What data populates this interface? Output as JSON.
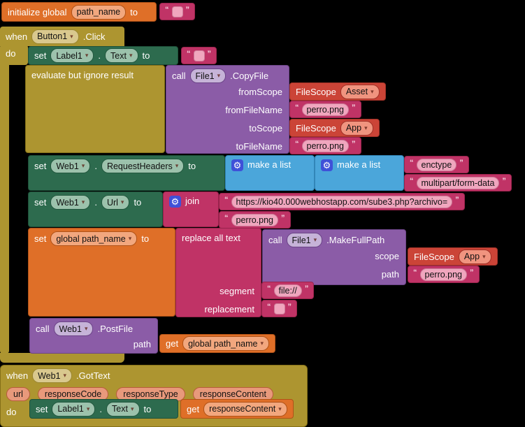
{
  "ui": {
    "dropdown_arrow": "▾",
    "gear_icon": "⚙",
    "quote_open": "“",
    "quote_close": "”"
  },
  "colors": {
    "canvas_bg": "#000000",
    "event_gold": "#AD9530",
    "property_green": "#2D6B4E",
    "method_purple": "#8B5CA7",
    "text_magenta": "#C03366",
    "variable_orange": "#DF6F28",
    "helper_red": "#CB4437",
    "list_blue": "#4BA6DA",
    "gear_blue": "#3F51D8",
    "text_field_pink": "#F0A6BE"
  },
  "init_global": {
    "label": "initialize global",
    "name": "path_name",
    "to": "to"
  },
  "when_click": {
    "when": "when",
    "component": "Button1",
    "event": ".Click",
    "do_label": "do"
  },
  "set_label_text": {
    "set": "set",
    "component": "Label1",
    "dot": ".",
    "prop": "Text",
    "to": "to"
  },
  "evaluate": {
    "label": "evaluate but ignore result"
  },
  "copy_file": {
    "call": "call",
    "component": "File1",
    "method": ".CopyFile",
    "params": [
      "fromScope",
      "fromFileName",
      "toScope",
      "toFileName"
    ]
  },
  "filescope": {
    "label": "FileScope",
    "asset": "Asset",
    "app": "App"
  },
  "strings": {
    "perro": "perro.png",
    "enctype": "enctype",
    "multipart": "multipart/form-data",
    "url": "https://kio40.000webhostapp.com/sube3.php?archivo=",
    "file_prefix": "file://"
  },
  "set_req_headers": {
    "set": "set",
    "component": "Web1",
    "dot": ".",
    "prop": "RequestHeaders",
    "to": "to"
  },
  "make_list": {
    "label": "make a list"
  },
  "set_url": {
    "set": "set",
    "component": "Web1",
    "dot": ".",
    "prop": "Url",
    "to": "to"
  },
  "join": {
    "label": "join"
  },
  "set_global": {
    "set": "set",
    "var": "global path_name",
    "to": "to"
  },
  "replace_all": {
    "label": "replace all text",
    "segment": "segment",
    "replacement": "replacement"
  },
  "make_full_path": {
    "call": "call",
    "component": "File1",
    "method": ".MakeFullPath",
    "scope": "scope",
    "path": "path"
  },
  "post_file": {
    "call": "call",
    "component": "Web1",
    "method": ".PostFile",
    "path": "path"
  },
  "get_global": {
    "get": "get",
    "var": "global path_name"
  },
  "when_got_text": {
    "when": "when",
    "component": "Web1",
    "event": ".GotText",
    "do_label": "do",
    "params": [
      "url",
      "responseCode",
      "responseType",
      "responseContent"
    ]
  },
  "get_response": {
    "get": "get",
    "var": "responseContent"
  }
}
